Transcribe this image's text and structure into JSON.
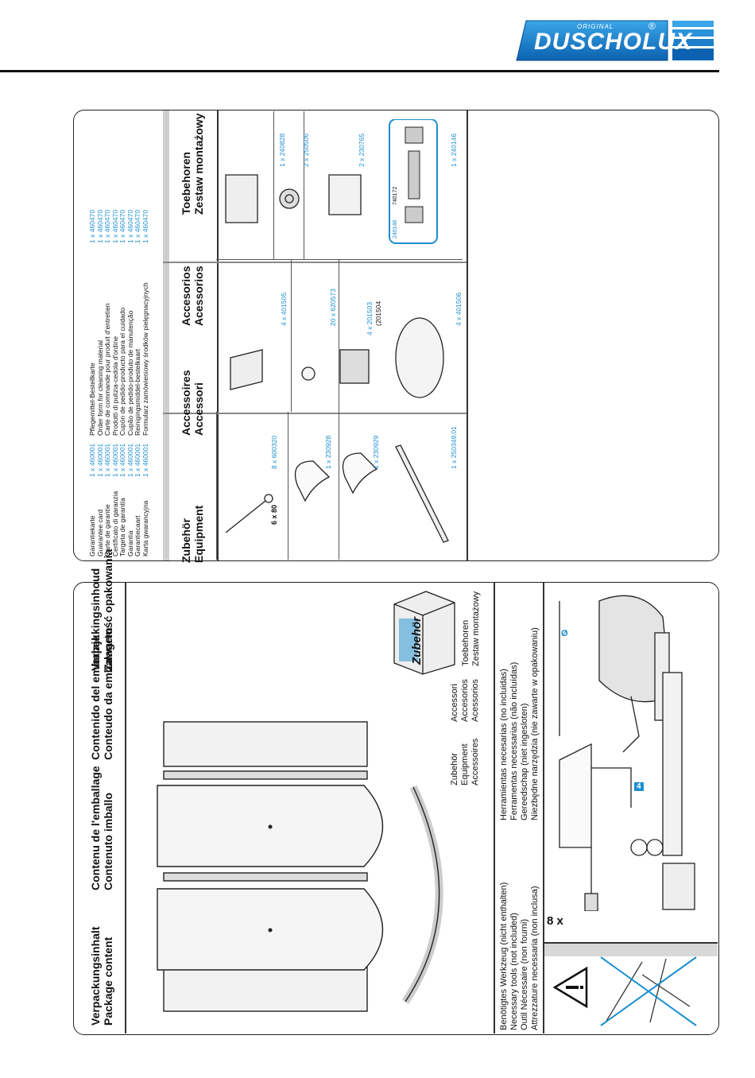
{
  "brand": {
    "original": "ORIGINAL",
    "name": "DUSCHOLUX",
    "registered": "®"
  },
  "content_panel": {
    "headings": [
      {
        "line1": "Verpackungsinhalt",
        "line2": "Package content"
      },
      {
        "line1": "Contenu de l'emballage",
        "line2": "Contenuto imballo"
      },
      {
        "line1": "Contenido del embalaje",
        "line2": "Conteudo da embalagem"
      },
      {
        "line1": "Verpakkingsinhoud",
        "line2": "Zawartość opakowania"
      }
    ],
    "box_label": "Zubehör",
    "legend": [
      [
        "Zubehör",
        "Equipment",
        "Accessoires"
      ],
      [
        "Accessori",
        "Accesorios",
        "Acessorios"
      ],
      [
        "Toebehoren",
        "Zestaw montażowy"
      ]
    ],
    "tools_heading": [
      "Benötigtes Werkzeug (nicht enthalten)",
      "Necessary tools (not included)",
      "Outil Nécessaire (non fourni)",
      "Attrezzature necessaria (non inclusa)"
    ],
    "tools_heading_2": [
      "Herramientas necesarias (no incluidas)",
      "Ferramentas necessarias (não incluídas)",
      "Gereedschap (niet ingesloten)",
      "Niezbędne narzędzia (nie zawarte w opakowaniu)"
    ],
    "dowel_count": "8 x",
    "drill_size": "Ø",
    "hex_size": "4"
  },
  "equipment_panel": {
    "cards": [
      {
        "label": "Garantiekarte",
        "code": "1 x 460001"
      },
      {
        "label": "Guarantee card",
        "code": "1 x 460001"
      },
      {
        "label": "Carte de garantie",
        "code": "1 x 460001"
      },
      {
        "label": "Certificato di garanzia",
        "code": "1 x 460001"
      },
      {
        "label": "Targeta de garantía",
        "code": "1 x 460001"
      },
      {
        "label": "Garantia",
        "code": "1 x 460001"
      },
      {
        "label": "Garantiecaart",
        "code": "1 x 460001"
      },
      {
        "label": "Karta gwarancyjna",
        "code": "1 x 460001"
      }
    ],
    "care": [
      {
        "label": "Pflegemittel-Bestellkarte",
        "code": "1 x 460470"
      },
      {
        "label": "Order form for cleaning material",
        "code": "1 x 460470"
      },
      {
        "label": "Carte de commande pour produit d'entretien",
        "code": "1 x 460470"
      },
      {
        "label": "Prodotti di pulizia-cedola d'ordine",
        "code": "1 x 460470"
      },
      {
        "label": "Cupón de pedido-producto para el cuidado",
        "code": "1 x 460470"
      },
      {
        "label": "Cupão de pedido-produto de manutenção",
        "code": "1 x 460470"
      },
      {
        "label": "Reinigingsmiddel-bestelkaart",
        "code": "1 x 460470"
      },
      {
        "label": "Formularz zamówieniowy środków pielęgnacyjnych",
        "code": "1 x 460470"
      }
    ],
    "col_headings": [
      {
        "line1": "Zubehör",
        "line2": "Equipment"
      },
      {
        "line1": "Accessoires",
        "line2": "Accessori"
      },
      {
        "line1": "Accesorios",
        "line2": "Acessorios"
      },
      {
        "line1": "Toebehoren",
        "line2": "Zestaw montażowy"
      }
    ],
    "screw_size": "6 x 80",
    "parts": {
      "p600320": "8 x 600320",
      "p230928": "1 x 230928",
      "p230929": "1 x 230929",
      "p250349": "1 x 250349.01",
      "p401505": "4 x 401505",
      "p620573": "20 x 620573",
      "p201503": "4 x 201503",
      "p201504": "(201504",
      "p401506": "4 x 401506",
      "p240828": "1 x 240828",
      "p250506": "2 x 250506",
      "p230765": "2 x 230765",
      "p240146": "1 x 240146",
      "sub_240146": "240146",
      "sub_740172": "740172"
    }
  },
  "colors": {
    "accent": "#1a8fd1",
    "logo_blue": "#1677c4",
    "header_band": "#d8d8d8"
  }
}
